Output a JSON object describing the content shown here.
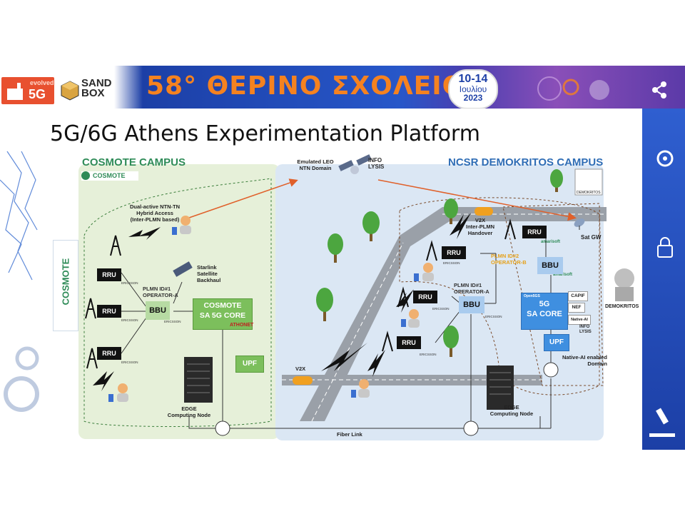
{
  "banner": {
    "title": "58° ΘΕΡΙΝΟ ΣΧΟΛΕΙΟ",
    "date_days": "10-14",
    "date_month": "Ιουλίου",
    "date_year": "2023",
    "logo_5g_small": "evolved",
    "logo_5g": "5G",
    "logo_sandbox": "SAND BOX"
  },
  "slide": {
    "title": "5G/6G Athens Experimentation Platform"
  },
  "cosmote": {
    "title": "COSMOTE CAMPUS",
    "brand": "COSMOTE",
    "side_brand": "COSMOTE",
    "ntn_access": [
      "Dual-active NTN-TN",
      "Hybrid Access",
      "(Inter-PLMN based)"
    ],
    "starlink": [
      "Starlink",
      "Satellite",
      "Backhaul"
    ],
    "plmn": [
      "PLMN ID#1",
      "OPERATOR-A"
    ],
    "rru_label": "RRU",
    "bbu_label": "BBU",
    "core": [
      "COSMOTE",
      "SA 5G CORE"
    ],
    "athonet": "ATHONET",
    "upf": "UPF",
    "edge": [
      "EDGE",
      "Computing Node"
    ],
    "ericsson": "ERICSSON"
  },
  "satellite": {
    "label": [
      "Emulated LEO",
      "NTN Domain"
    ],
    "infolysis": [
      "INFO",
      "LYSIS"
    ]
  },
  "ncsr": {
    "title": "NCSR DEMOKRITOS CAMPUS",
    "demokritos_small": "DEMOKRITOS",
    "v2x_handover": [
      "V2X",
      "Inter-PLMN",
      "Handover"
    ],
    "rru_label": "RRU",
    "plmn1": [
      "PLMN ID#1",
      "OPERATOR-A"
    ],
    "plmn2": [
      "PLMN ID#2",
      "OPERATOR-B"
    ],
    "bbu_label": "BBU",
    "amarisoft": "amarisoft",
    "sat_gw": "Sat GW",
    "core": [
      "5G",
      "SA CORE"
    ],
    "open5gs": "Open5GS",
    "capif": "CAPIF",
    "nef": "NEF",
    "native_ai": "Native-AI",
    "infolysis": [
      "INFO",
      "LYSIS"
    ],
    "upf": "UPF",
    "native_domain": [
      "Native-AI enabled",
      "Domain"
    ],
    "v2x": "V2X",
    "edge": [
      "EDGE",
      "Computing Node"
    ],
    "fiber": "Fiber Link",
    "demokritos": "DEMOKRITOS",
    "ericsson": "ERICSSON"
  },
  "colors": {
    "accent_orange": "#f58220",
    "cosmote_green": "#2e8b57",
    "ncsr_blue": "#2f6db5",
    "banner_blue": "#1c3fa6"
  }
}
